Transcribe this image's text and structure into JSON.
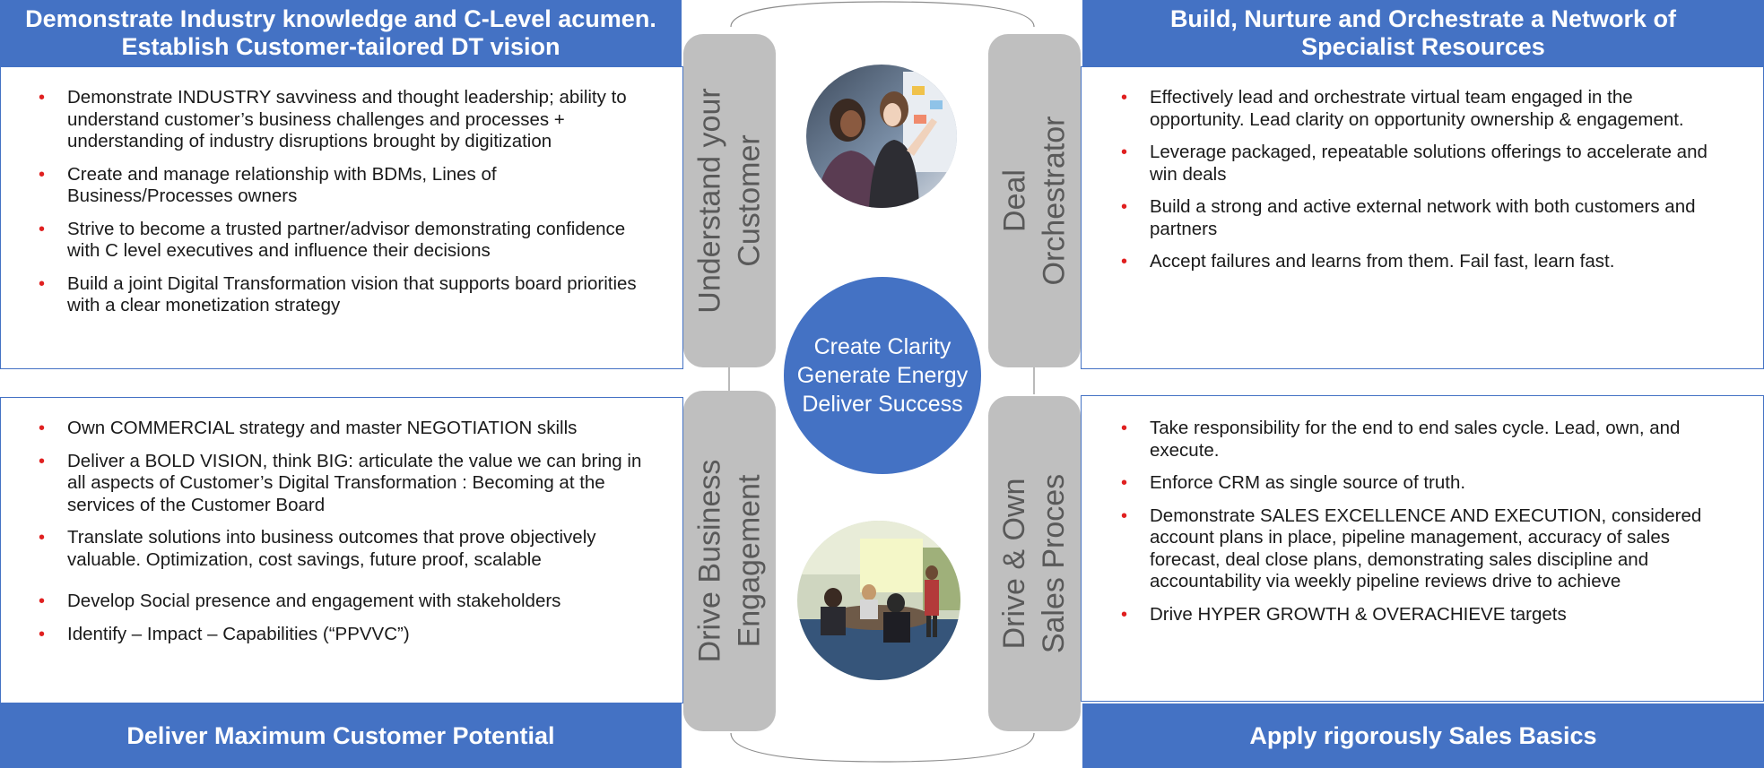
{
  "colors": {
    "accent": "#4472C4",
    "pillar": "#BFBFBF",
    "pillar_text": "#595959",
    "bullet": "#E02020"
  },
  "top_left": {
    "title_lines": [
      "Demonstrate Industry knowledge and C-Level acumen.",
      "Establish Customer-tailored DT vision"
    ],
    "bullets": [
      "Demonstrate INDUSTRY savviness and thought leadership; ability to understand customer’s business challenges and processes + understanding of industry disruptions brought by digitization",
      "Create and manage relationship with BDMs, Lines of Business/Processes owners",
      "Strive to become a trusted partner/advisor demonstrating confidence with C level executives and influence their decisions",
      "Build a joint Digital Transformation vision that supports board priorities with a clear monetization strategy"
    ]
  },
  "top_right": {
    "title_lines": [
      "Build, Nurture and Orchestrate a Network of",
      "Specialist Resources"
    ],
    "bullets": [
      "Effectively lead and orchestrate virtual team engaged in the opportunity.  Lead clarity on opportunity ownership & engagement.",
      "Leverage packaged, repeatable solutions offerings to accelerate and win deals",
      "Build a strong and active external network with both customers and partners",
      "Accept failures and learns from them. Fail fast, learn fast."
    ]
  },
  "bottom_left": {
    "title": "Deliver Maximum Customer Potential",
    "bullets": [
      "Own COMMERCIAL strategy and master NEGOTIATION skills",
      "Deliver a BOLD VISION, think BIG: articulate the value we can bring in all aspects of Customer’s Digital Transformation : Becoming at the services of the Customer Board",
      "Translate solutions into business  outcomes that prove objectively valuable.  Optimization, cost savings, future proof, scalable",
      "Develop Social presence and engagement with stakeholders",
      "Identify – Impact – Capabilities (“PPVVC”)"
    ]
  },
  "bottom_right": {
    "title": "Apply rigorously Sales Basics",
    "bullets": [
      "Take responsibility for the end to end sales cycle.  Lead, own, and execute.",
      "Enforce CRM as single source of truth.",
      "Demonstrate SALES EXCELLENCE AND EXECUTION, considered account plans in place, pipeline management, accuracy of sales forecast, deal close plans, demonstrating sales discipline and accountability via weekly pipeline reviews drive to achieve",
      "Drive HYPER GROWTH & OVERACHIEVE targets"
    ]
  },
  "pillars": {
    "top_left": [
      "Understand your",
      "Customer"
    ],
    "top_right": [
      "Deal",
      "Orchestrator"
    ],
    "bottom_left": [
      "Drive Business",
      "Engagement"
    ],
    "bottom_right": [
      "Drive & Own",
      "Sales Proces"
    ]
  },
  "hub": {
    "lines": [
      "Create Clarity",
      "Generate Energy",
      "Deliver Success"
    ]
  }
}
